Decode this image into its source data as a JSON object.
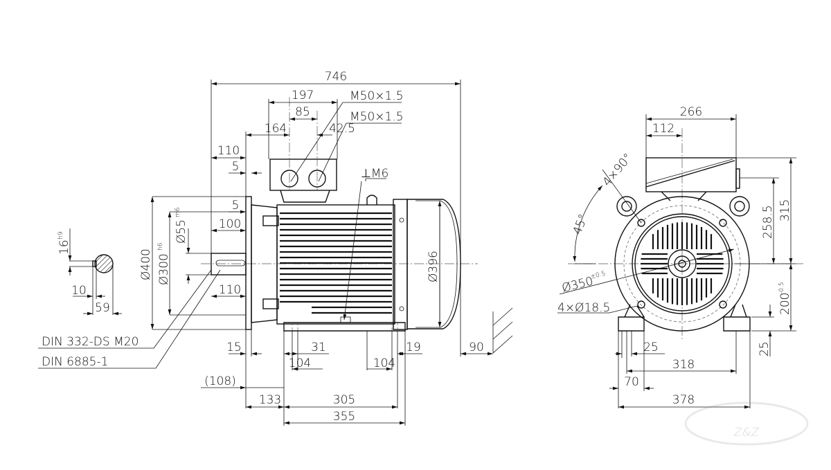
{
  "side_view": {
    "dims": {
      "overall_length": "746",
      "tb_width": "197",
      "gland_spacing": "85",
      "tb_offset": "164",
      "gland_offset": "42.5",
      "gland1": "M50×1.5",
      "gland2": "M50×1.5",
      "shaft_to_tb": "110",
      "flange_gap_top": "5",
      "earth_thread": "⊥M6",
      "flange_gap": "5",
      "key_length": "100",
      "shaft_length": "110",
      "shaft_dia": "Ø55",
      "shaft_tol": "m6",
      "spigot_dia": "Ø300",
      "spigot_tol": "h6",
      "flange_dia": "Ø400",
      "cover_dia": "Ø396",
      "flange_thk": "15",
      "foot_len_left": "104",
      "foot_off_left": "31",
      "foot_len_right": "104",
      "foot_off_right": "19",
      "cover_clearance": "90",
      "ref_108": "(108)",
      "flange_to_hole": "133",
      "hole_spacing": "305",
      "foot_span": "355"
    },
    "notes": {
      "center_hole": "DIN 332-DS M20",
      "key": "DIN 6885-1"
    }
  },
  "key_section": {
    "key_width": "16",
    "key_width_tol": "h9",
    "key_depth": "10",
    "shaft_key_height": "59"
  },
  "front_view": {
    "dims": {
      "tb_width": "266",
      "tb_offset": "112",
      "overall_height": "315",
      "gland_height": "258.5",
      "shaft_height": "200",
      "shaft_height_tol": "-0.5",
      "foot_height": "25",
      "angle": "45°",
      "hole_pattern": "4×90°",
      "pcd": "Ø350",
      "pcd_tol": "±0.5",
      "flange_holes": "4×Ø18.5",
      "foot_width": "25",
      "foot_hole_spacing": "318",
      "foot_total": "70",
      "base_width": "378"
    }
  },
  "watermark": "Z&Z"
}
